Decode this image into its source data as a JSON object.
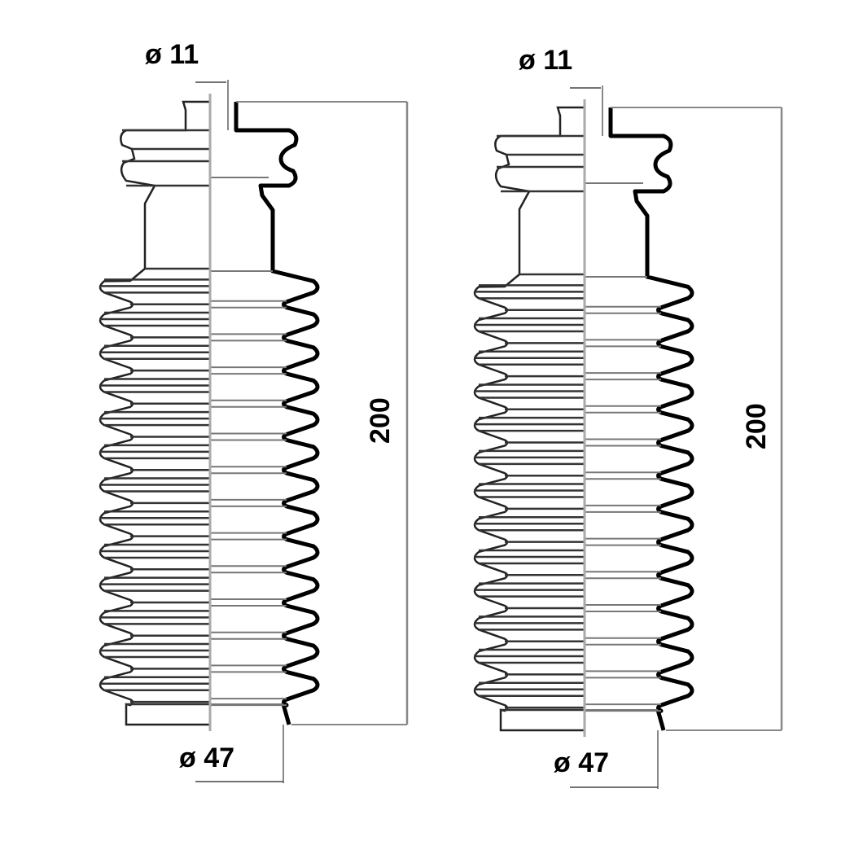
{
  "boots": [
    {
      "top_diameter": "ø 11",
      "bottom_diameter": "ø 47",
      "length": "200"
    },
    {
      "top_diameter": "ø 11",
      "bottom_diameter": "ø 47",
      "length": "200"
    }
  ],
  "colors": {
    "outline": "#000000",
    "dimension": "#888888",
    "centerline": "#aaaaaa"
  }
}
